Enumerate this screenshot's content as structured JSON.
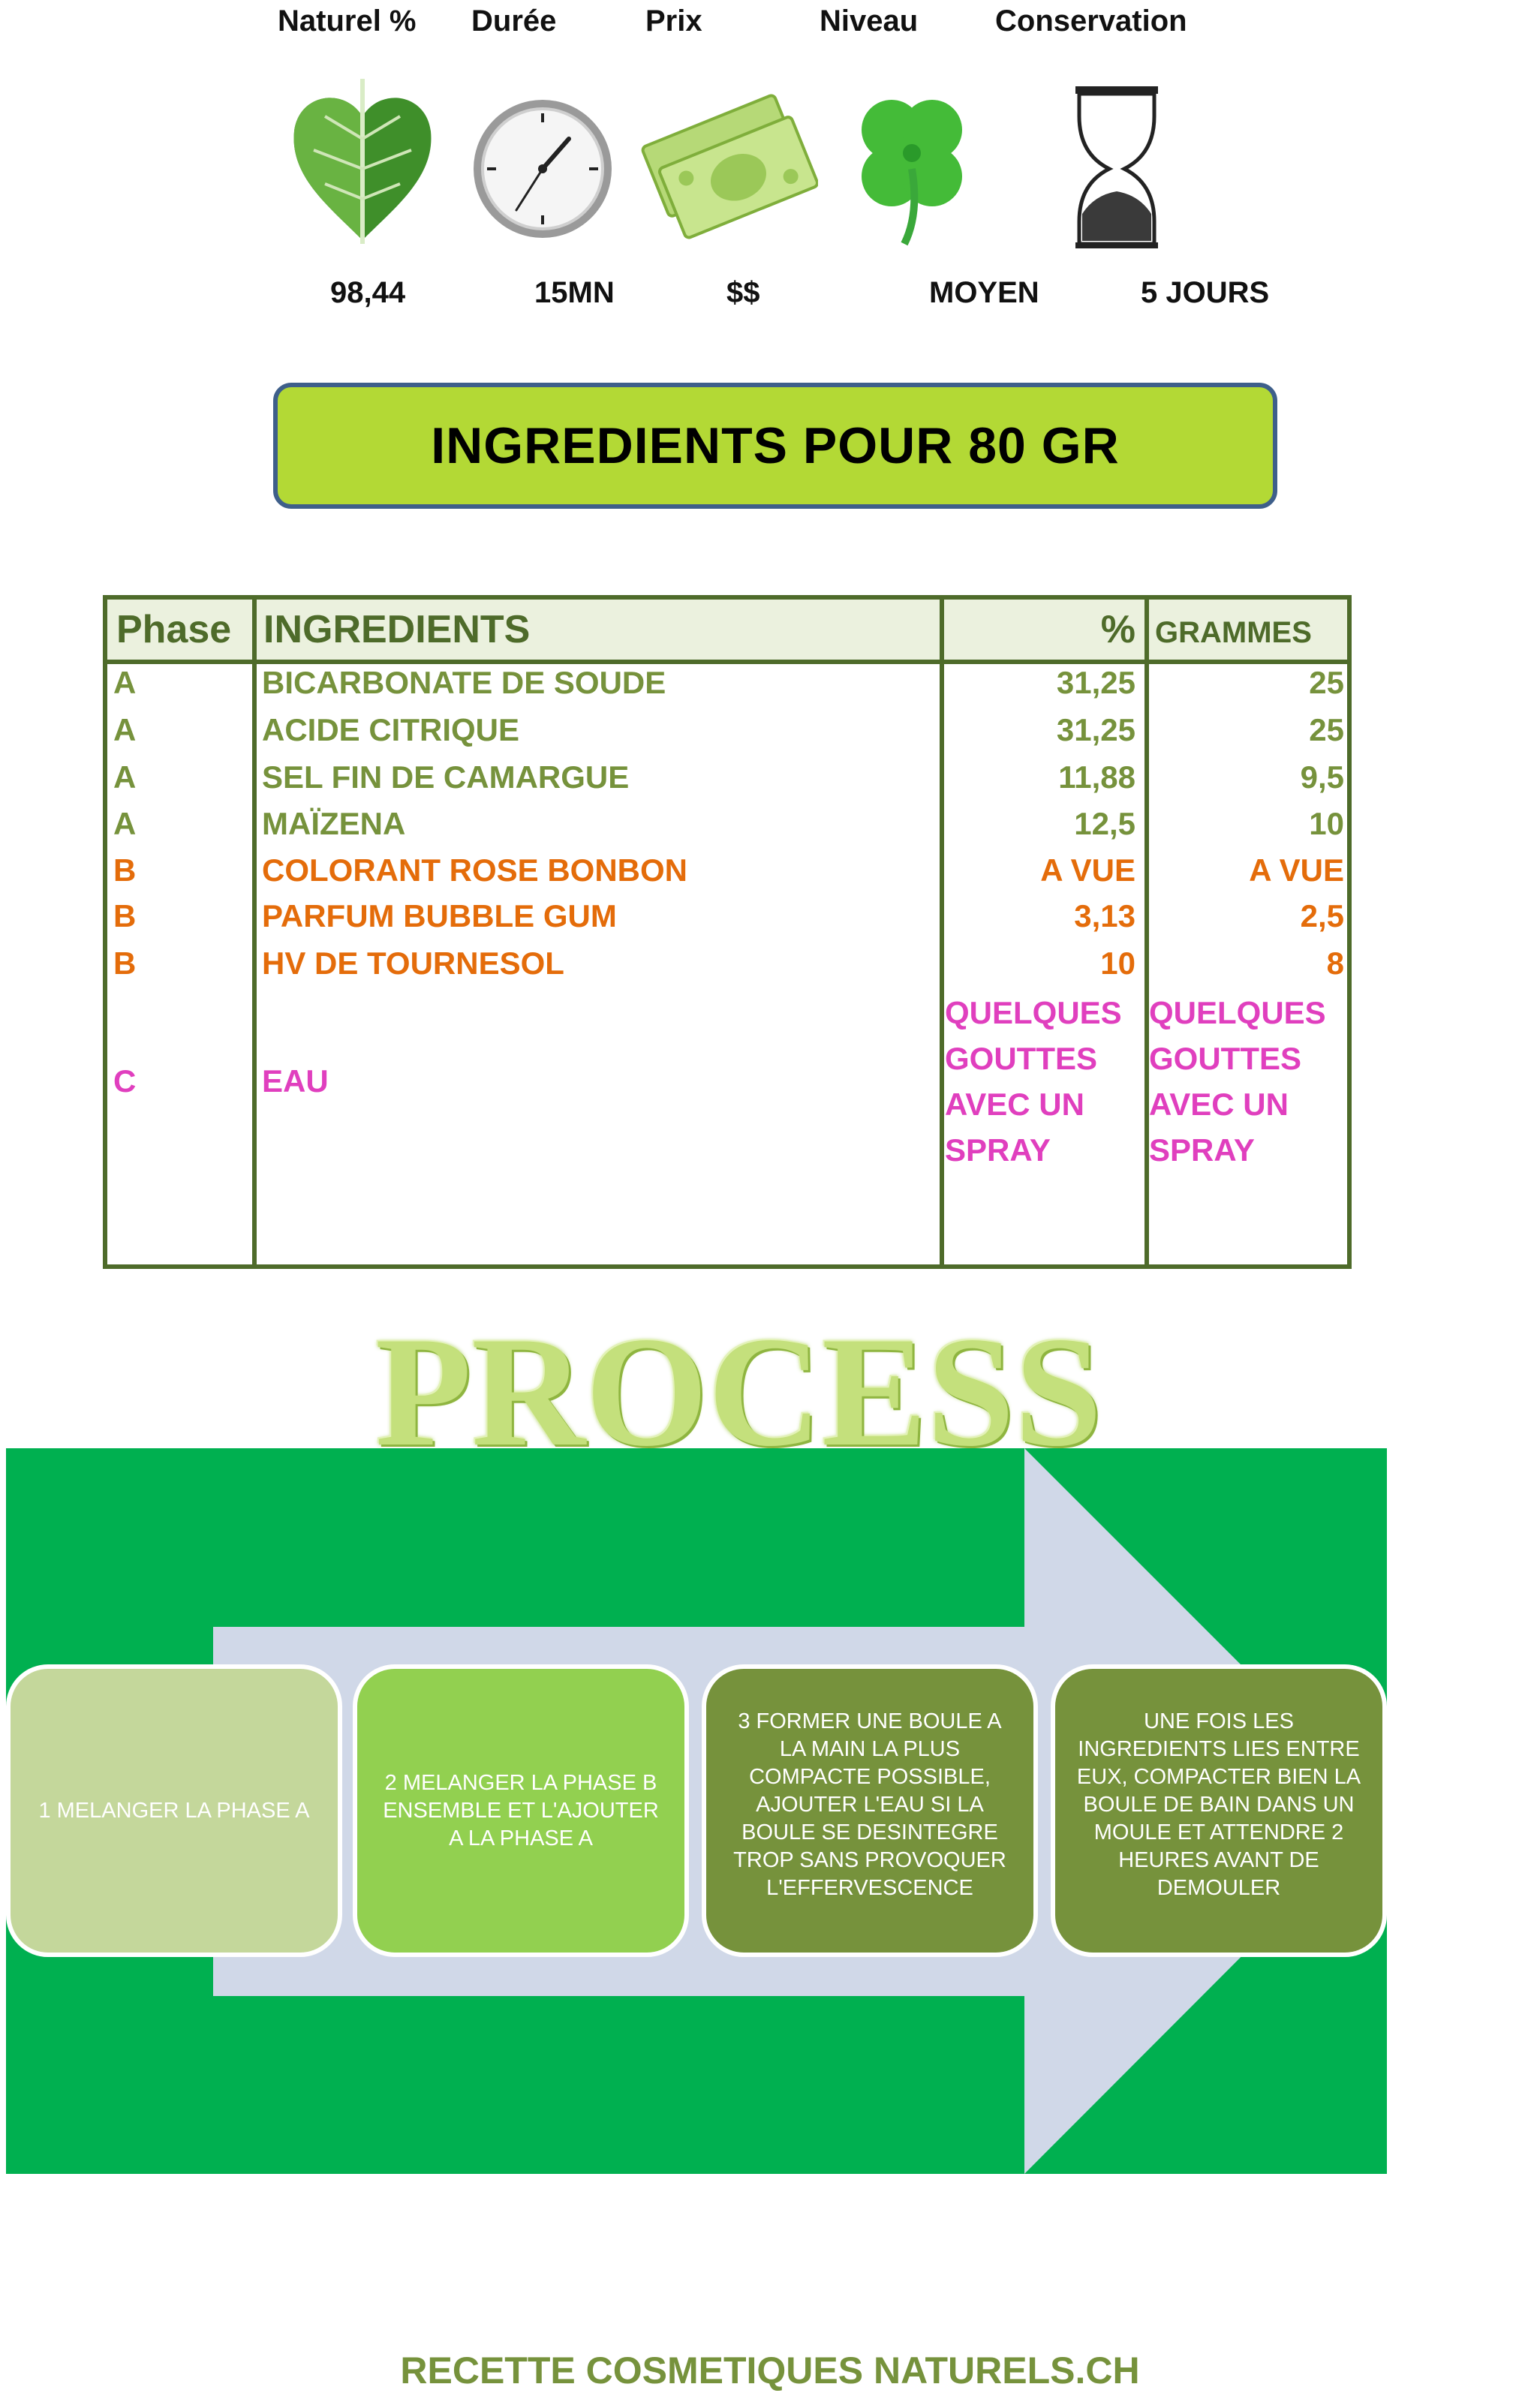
{
  "stats": {
    "labels": [
      "Naturel %",
      "Durée",
      "Prix",
      "Niveau",
      "Conservation"
    ],
    "values": [
      "98,44",
      "15MN",
      "$$",
      "MOYEN",
      "5 JOURS"
    ],
    "icons": [
      "leaf-icon",
      "clock-icon",
      "money-icon",
      "clover-icon",
      "hourglass-icon"
    ]
  },
  "banner": {
    "title": "INGREDIENTS POUR 80 GR"
  },
  "table": {
    "headers": {
      "phase": "Phase",
      "ingredients": "INGREDIENTS",
      "percent": "%",
      "grams": "GRAMMES"
    },
    "rows": [
      {
        "phase": "A",
        "ingredient": "BICARBONATE DE SOUDE",
        "percent": "31,25",
        "grams": "25",
        "color": "#76923c"
      },
      {
        "phase": "A",
        "ingredient": "ACIDE CITRIQUE",
        "percent": "31,25",
        "grams": "25",
        "color": "#76923c"
      },
      {
        "phase": "A",
        "ingredient": "SEL FIN DE CAMARGUE",
        "percent": "11,88",
        "grams": "9,5",
        "color": "#76923c"
      },
      {
        "phase": "A",
        "ingredient": "MAÏZENA",
        "percent": "12,5",
        "grams": "10",
        "color": "#76923c"
      },
      {
        "phase": "B",
        "ingredient": "COLORANT ROSE BONBON",
        "percent": "A VUE",
        "grams": "A VUE",
        "color": "#e46c0a"
      },
      {
        "phase": "B",
        "ingredient": "PARFUM BUBBLE GUM",
        "percent": "3,13",
        "grams": "2,5",
        "color": "#e46c0a"
      },
      {
        "phase": "B",
        "ingredient": "HV DE TOURNESOL",
        "percent": "10",
        "grams": "8",
        "color": "#e46c0a"
      },
      {
        "phase": "C",
        "ingredient": "EAU",
        "percent": "QUELQUES GOUTTES AVEC UN SPRAY",
        "grams": "QUELQUES GOUTTES AVEC UN SPRAY",
        "color": "#e03fbe"
      }
    ]
  },
  "process": {
    "title": "PROCESS",
    "steps": [
      "1 MELANGER LA PHASE A",
      "2 MELANGER LA PHASE B ENSEMBLE ET L'AJOUTER A LA PHASE A",
      "3 FORMER UNE BOULE  A LA MAIN LA PLUS COMPACTE POSSIBLE, AJOUTER L'EAU SI LA BOULE SE DESINTEGRE TROP SANS PROVOQUER L'EFFERVESCENCE",
      "UNE FOIS LES INGREDIENTS LIES ENTRE EUX, COMPACTER BIEN LA BOULE DE BAIN DANS UN MOULE ET ATTENDRE 2 HEURES AVANT DE DEMOULER"
    ],
    "step_colors": [
      "#c4d79b",
      "#92d050",
      "#76923c",
      "#76923c"
    ],
    "background_color": "#00b050",
    "arrow_color": "#d0d8e8"
  },
  "footer": {
    "text": "RECETTE COSMETIQUES NATURELS.CH"
  }
}
